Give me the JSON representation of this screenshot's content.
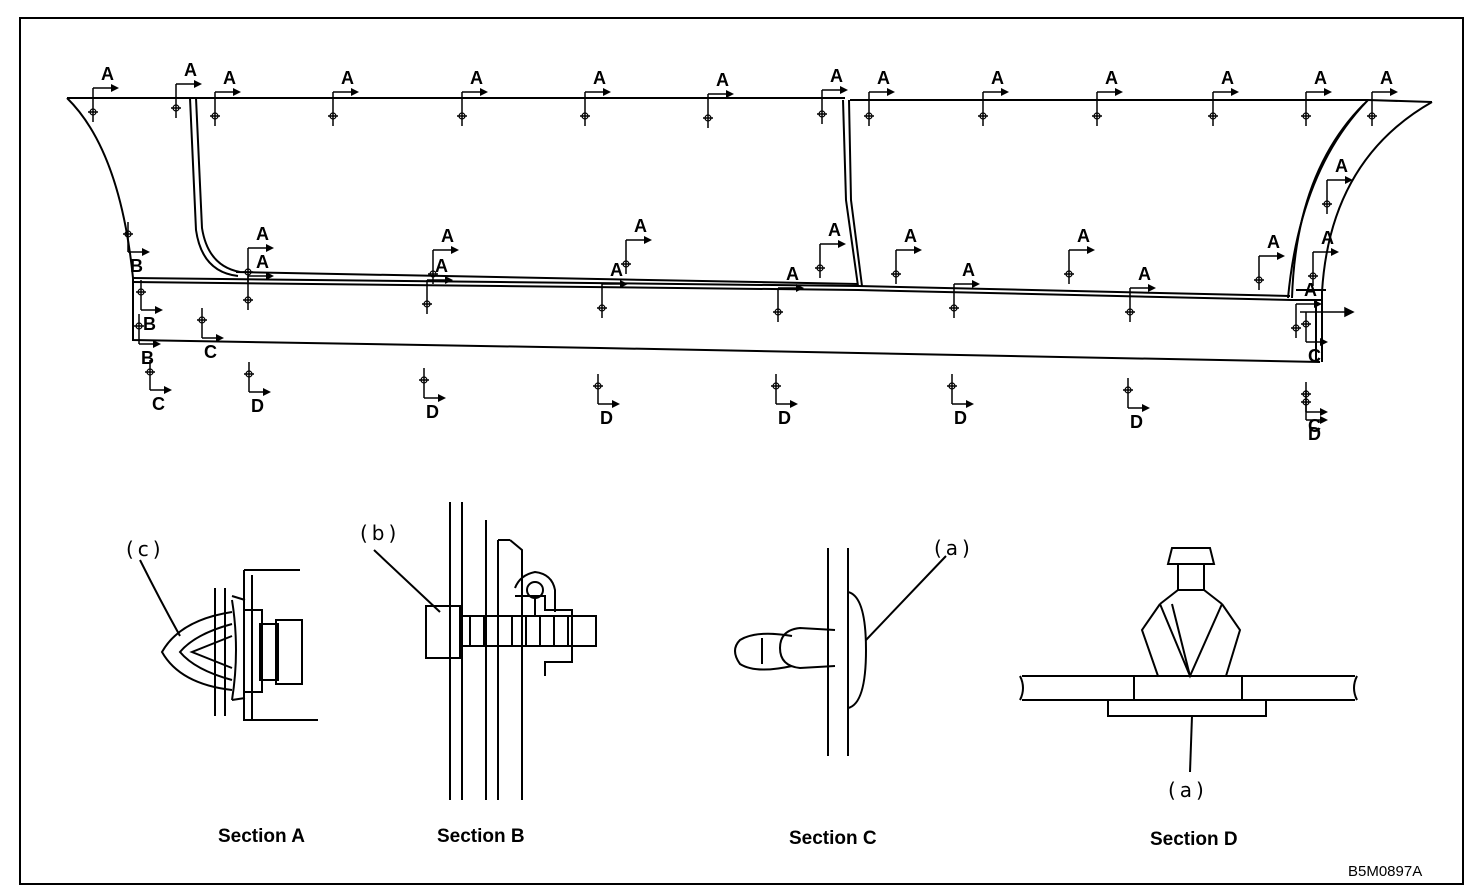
{
  "figure_code": "B5M0897A",
  "sections": {
    "a": "Section A",
    "b": "Section B",
    "c": "Section C",
    "d": "Section D"
  },
  "callouts": {
    "c": "(c)",
    "b": "(b)",
    "a_section_c": "(a)",
    "a_section_d": "(a)"
  },
  "markers": [
    {
      "label": "A"
    },
    {
      "label": "A"
    },
    {
      "label": "A"
    },
    {
      "label": "A"
    },
    {
      "label": "A"
    },
    {
      "label": "A"
    },
    {
      "label": "A"
    },
    {
      "label": "A"
    },
    {
      "label": "A"
    },
    {
      "label": "A"
    },
    {
      "label": "A"
    },
    {
      "label": "A"
    },
    {
      "label": "A"
    },
    {
      "label": "A"
    },
    {
      "label": "A"
    },
    {
      "label": "A"
    },
    {
      "label": "A"
    },
    {
      "label": "A"
    },
    {
      "label": "A"
    },
    {
      "label": "A"
    },
    {
      "label": "A"
    },
    {
      "label": "A"
    },
    {
      "label": "A"
    },
    {
      "label": "A"
    },
    {
      "label": "A"
    },
    {
      "label": "A"
    },
    {
      "label": "A"
    },
    {
      "label": "A"
    },
    {
      "label": "A"
    },
    {
      "label": "A"
    },
    {
      "label": "B"
    },
    {
      "label": "B"
    },
    {
      "label": "B"
    },
    {
      "label": "C"
    },
    {
      "label": "C"
    },
    {
      "label": "C"
    },
    {
      "label": "C"
    },
    {
      "label": "D"
    },
    {
      "label": "D"
    },
    {
      "label": "D"
    },
    {
      "label": "D"
    },
    {
      "label": "D"
    },
    {
      "label": "D"
    },
    {
      "label": "D"
    }
  ]
}
